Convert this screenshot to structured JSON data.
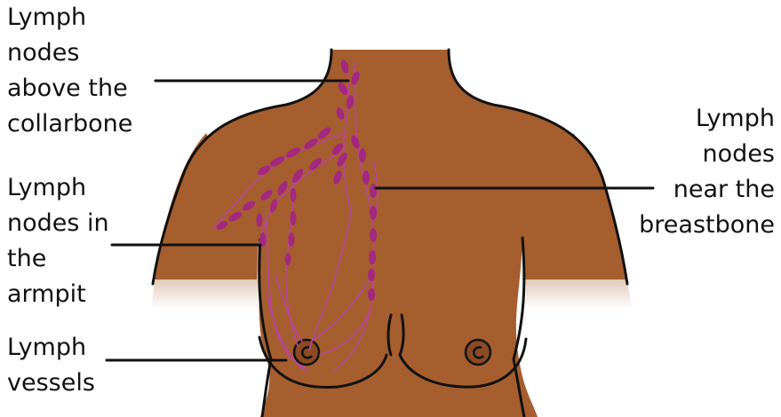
{
  "labels": {
    "collarbone": "Lymph\nnodes\nabove the\ncollarbone",
    "armpit": "Lymph\nnodes in\nthe\narmpit",
    "vessels": "Lymph\nvessels",
    "breastbone": "Lymph\nnodes\nnear the\nbreastbone"
  },
  "colors": {
    "skin": "#a65e2e",
    "outline": "#111111",
    "lymph": "#a3287f",
    "vessel": "#b9469a",
    "background": "#ffffff"
  }
}
